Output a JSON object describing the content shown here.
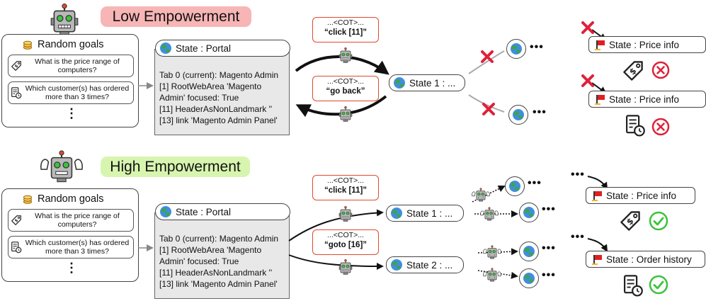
{
  "low": {
    "title": "Low Empowerment",
    "title_color": "#f7b5b5",
    "goals_title": "Random goals",
    "goals": [
      "What is the price range of computers?",
      "Which customer(s) has ordered more than 3 times?"
    ],
    "more": "⋮",
    "portal_label": "State : Portal",
    "portal_lines": [
      "Tab 0 (current): Magento Admin",
      "[1] RootWebArea 'Magento",
      "Admin' focused: True",
      "[11] HeaderAsNonLandmark ''",
      "[13] link 'Magento Admin Panel'"
    ],
    "cot1_head": "...<COT>...",
    "cot1_action": "“click [11]”",
    "cot2_head": "...<COT>...",
    "cot2_action": "“go back”",
    "state1": "State 1 : ...",
    "target1": "State : Price info",
    "target2": "State : Price info",
    "ellipsis": "•••"
  },
  "high": {
    "title": "High Empowerment",
    "title_color": "#d8f5b0",
    "goals_title": "Random goals",
    "goals": [
      "What is the price range of computers?",
      "Which customer(s) has ordered more than 3 times?"
    ],
    "more": "⋮",
    "portal_label": "State : Portal",
    "portal_lines": [
      "Tab 0 (current): Magento Admin",
      "[1] RootWebArea 'Magento",
      "Admin' focused: True",
      "[11] HeaderAsNonLandmark ''",
      "[13] link 'Magento Admin Panel'"
    ],
    "cot1_head": "...<COT>...",
    "cot1_action": "“click [11]”",
    "cot2_head": "...<COT>...",
    "cot2_action": "“goto [16]”",
    "state1": "State 1 : ...",
    "state2": "State 2 : ...",
    "target1": "State : Price info",
    "target2": "State : Order history",
    "ellipsis": "•••"
  },
  "colors": {
    "cot_border": "#e0492c",
    "fail": "#e0203a",
    "success": "#3cc23c",
    "state_fill": "#e8e8e8"
  },
  "icons": [
    "robot-icon",
    "buff-robot-icon",
    "coin-stack-icon",
    "price-tag-icon",
    "document-clock-icon",
    "globe-icon",
    "flag-icon",
    "x-mark-icon",
    "fail-circle-icon",
    "success-check-icon"
  ]
}
